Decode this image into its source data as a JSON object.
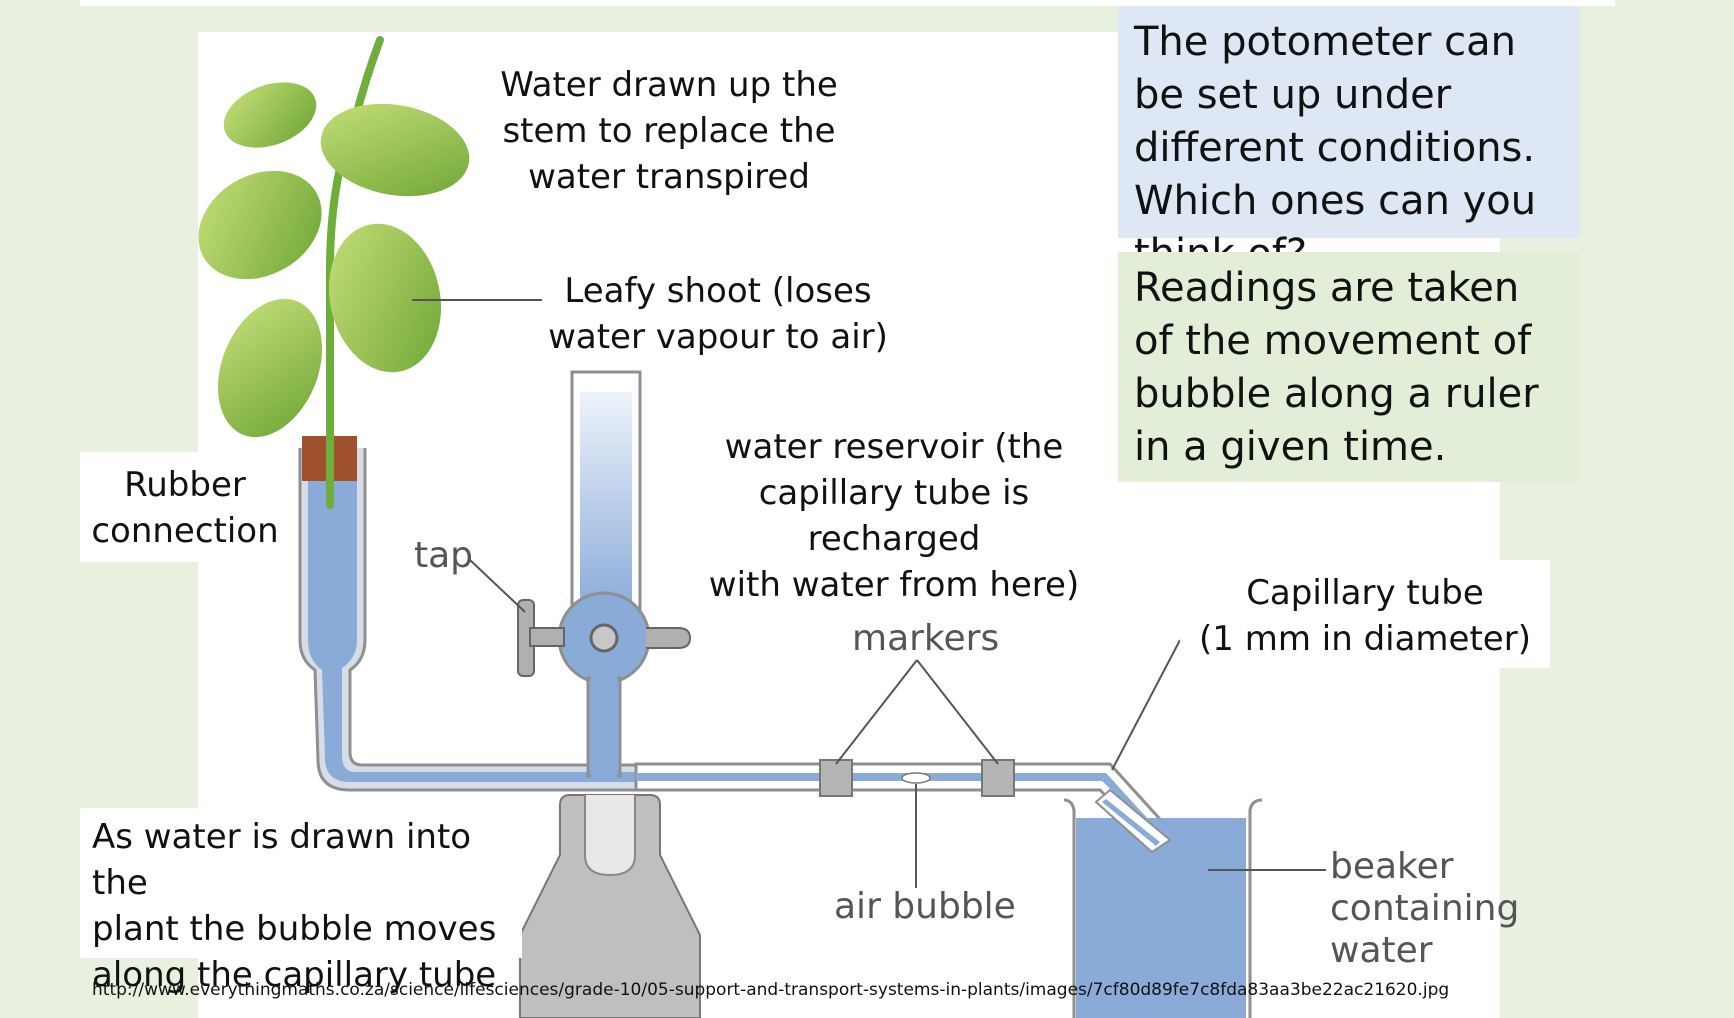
{
  "labels": {
    "water_drawn": "Water drawn up the\nstem to replace the\nwater transpired",
    "leafy_shoot": "Leafy shoot (loses\nwater vapour to air)",
    "water_reservoir": "water reservoir (the\ncapillary tube is recharged\nwith water from here)",
    "rubber_connection": "Rubber\nconnection",
    "tap": "tap",
    "markers": "markers",
    "capillary_tube": "Capillary tube\n(1 mm in diameter)",
    "air_bubble": "air bubble",
    "beaker": "beaker\ncontaining\nwater",
    "bubble_moves": "As water is drawn into the\nplant the bubble moves\nalong the capillary tube"
  },
  "notes": {
    "conditions": "The potometer can be set up under different conditions. Which ones can you think of?",
    "readings": "Readings are taken of the movement of bubble along a ruler in a given time."
  },
  "source_url": "http://www.everythingmaths.co.za/science/lifesciences/grade-10/05-support-and-transport-systems-in-plants/images/7cf80d89fe7c8fda83aa3be22ac21620.jpg",
  "colors": {
    "water": "#8aabd8",
    "tube_gray": "#9a9a9a",
    "leaf": "#8cc04a",
    "stopper": "#a0522d"
  }
}
